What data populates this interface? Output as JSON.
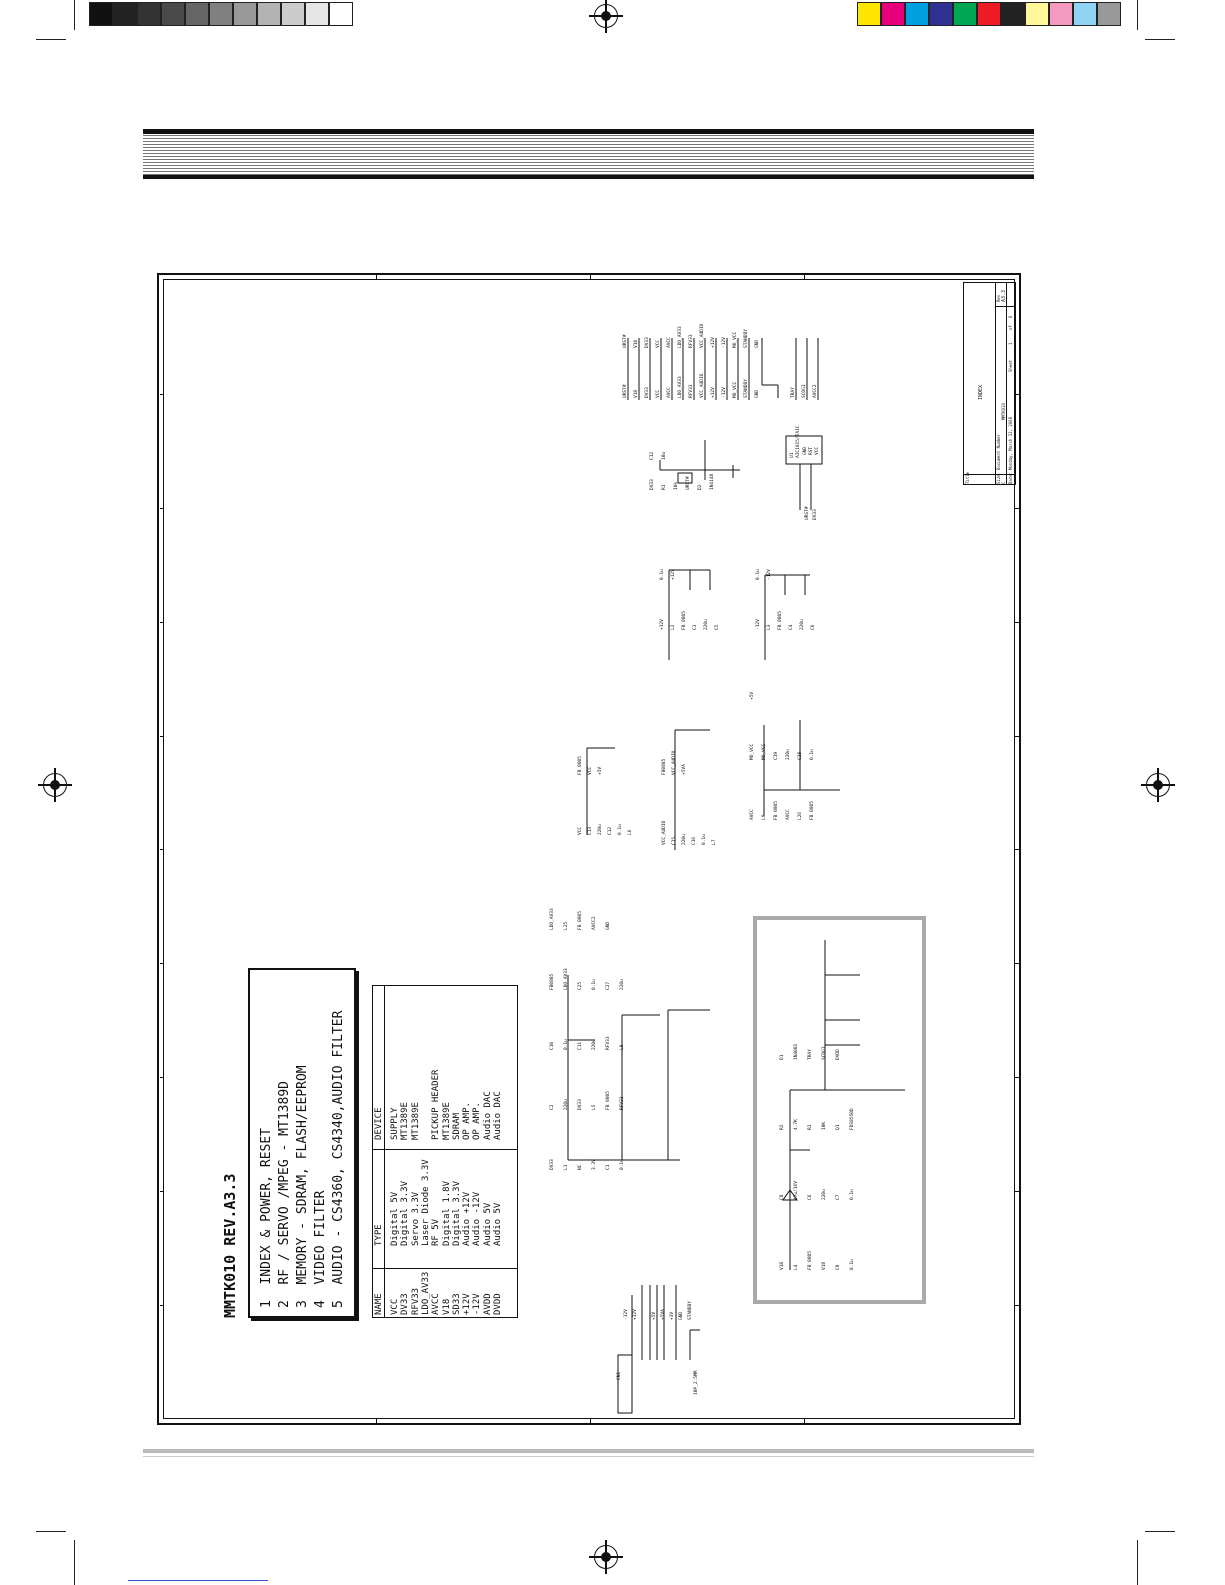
{
  "doc": {
    "revision_title": "MMTK010 REV.A3.3",
    "index_lines": [
      "1  INDEX & POWER, RESET",
      "2  RF / SERVO /MPEG - MT1389D",
      "3  MEMORY - SDRAM, FLASH/EEPROM",
      "4  VIDEO FILTER",
      "5  AUDIO - CS4360, CS4340,AUDIO FILTER"
    ],
    "table": {
      "headers": [
        "NAME",
        "TYPE",
        "DEVICE"
      ],
      "names": [
        "VCC",
        "DV33",
        "RFV33",
        "LDO_AV33",
        "AVCC",
        "V18",
        "SD33",
        "+12V",
        "-12V",
        "AVDD",
        "DVDD"
      ],
      "types": [
        "Digital 5V",
        "Digital 3.3V",
        "Servo 3.3V",
        "Laser Diode 3.3V",
        "RF 5V",
        "Digital 1.8V",
        "Digital 3.3V",
        "Audio +12V",
        "Audio -12V",
        "Audio 5V",
        "Audio 5V"
      ],
      "devices": [
        "SUPPLY",
        "MT1389E",
        "MT1389E",
        "",
        "PICKUP HEADER",
        "MT1389E",
        "SDRAM",
        "OP AMP.",
        "OP AMP.",
        "Audio DAC",
        "Audio DAC"
      ]
    },
    "title_block": {
      "title_label": "Title",
      "title_value": "INDEX",
      "size_label": "Size",
      "size_value": "C",
      "docnum_label": "Document Number",
      "docnum_value": "MMTK010",
      "rev_label": "Rev",
      "rev_value": "A3.3",
      "date_label": "Date:",
      "date_value": "Monday, March 31, 2008",
      "sheet_label": "Sheet",
      "sheet_value": "1",
      "of_label": "of",
      "of_value": "6"
    },
    "nets": {
      "right_list": [
        "URST#",
        "V18",
        "DV33",
        "VCC",
        "AVCC",
        "LDO_AV33",
        "RFV33",
        "VCC_AUDIO",
        "+12V",
        "-12V",
        "MO_VCC",
        "STANDBY",
        "GND"
      ],
      "right_list_pins": [
        "URST#",
        "V18",
        "DV33",
        "VCC",
        "AVCC",
        "LDO_AV33",
        "RFV33",
        "VCC_AUDIO",
        "+12V",
        "-12V",
        "MO_VCC",
        "STANDBY",
        "GND"
      ],
      "right_group2": [
        "TRAY",
        "SCOG1",
        "AVCC2"
      ],
      "connector_pins": [
        "-12V",
        "+12V",
        "",
        "+5V",
        "+5VA",
        "+3V",
        "GND",
        "STANDBY"
      ],
      "connector_ref": "CN1",
      "connector_part": "10P_2.5MM",
      "reset_labels": [
        "DV33",
        "R1",
        "10k",
        "URST#",
        "D2",
        "1N4148",
        "C12",
        "10u"
      ],
      "u_ref": "U1",
      "u_part": "AIC1815/TAIC",
      "u_pins": [
        "GND",
        "RST",
        "VCC"
      ],
      "u_nets": [
        "URST#",
        "DV33"
      ],
      "reg12_top": [
        "+12V",
        "L2",
        "FB 0805",
        "C3",
        "220u",
        "C5",
        "0.1u",
        "+12V"
      ],
      "reg12_bot": [
        "-12V",
        "L3",
        "FB 0805",
        "C4",
        "220u",
        "C6",
        "0.1u",
        "-12V"
      ],
      "filter_vcc": [
        "VCC",
        "C13",
        "220u",
        "C12",
        "0.1u",
        "L6",
        "FB 0805",
        "VCC",
        "+5V"
      ],
      "filter_audio": [
        "VCC_AUDIO",
        "C15",
        "220u",
        "C16",
        "0.1u",
        "L7",
        "FB0805",
        "VCC_AUDIO",
        "+5VA"
      ],
      "filter_avcc": [
        "AVCC",
        "L9",
        "FB 0805",
        "AVCC",
        "L26",
        "FB 0805",
        "MO_VCC",
        "MO_VCC",
        "C19",
        "220u",
        "C18",
        "0.1u",
        "+5V"
      ],
      "dv33_section": [
        "DV33",
        "L1",
        "NC",
        "3.3V",
        "C1",
        "0.1u",
        "C2",
        "220u",
        "DV33",
        "L5",
        "FB 0805",
        "RFV33",
        "C10",
        "0.1u",
        "C11",
        "220u",
        "RFV33",
        "L8",
        "FB0805",
        "LDO_AV33",
        "C25",
        "0.1u",
        "C27",
        "220u",
        "LDO_AV33",
        "L25",
        "FB 0805",
        "AVCC2",
        "GND"
      ],
      "v18_section": [
        "V18",
        "L4",
        "FB 0805",
        "V18",
        "C9",
        "0.1u",
        "C8",
        "47u/16V",
        "C6",
        "220u",
        "C7",
        "0.1u",
        "R2",
        "4.7K",
        "R3",
        "10K",
        "Q1",
        "FDS8550D",
        "D1",
        "1N4001",
        "TRAY",
        "SCOG1",
        "DVDD"
      ]
    }
  }
}
